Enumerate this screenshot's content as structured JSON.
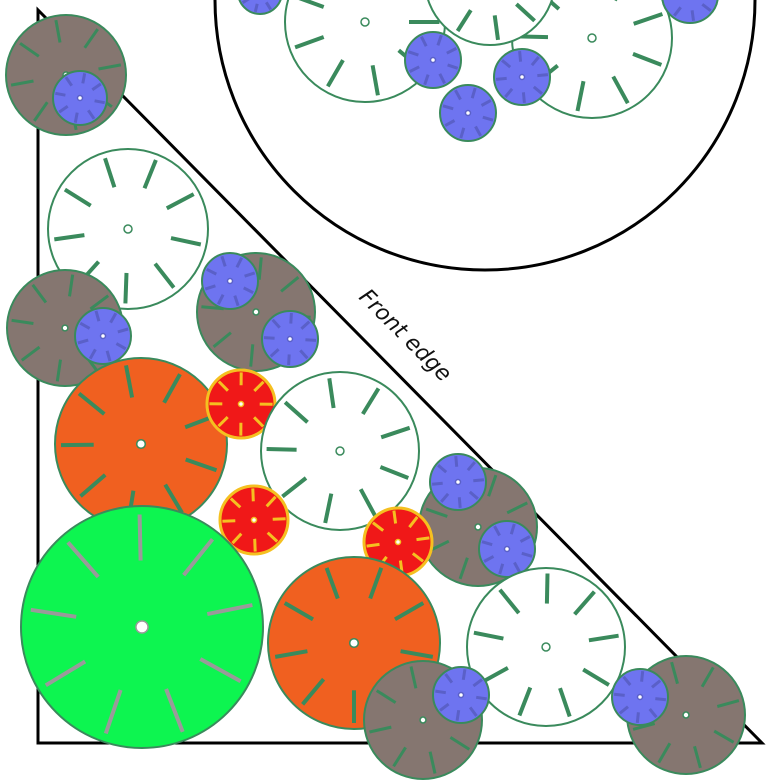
{
  "labels": {
    "front_edge": "Front edge"
  },
  "colors": {
    "outline": "#000000",
    "spoke": "#3a8a5c",
    "white_plant_fill": "#ffffff",
    "grey_plant_fill": "#857670",
    "blue_plant_fill": "#6e74f0",
    "blue_plant_spoke": "#5a60c8",
    "orange_plant_fill": "#f06020",
    "green_plant_fill": "#0df550",
    "red_plant_fill": "#f01818",
    "red_plant_stroke": "#f5c020",
    "red_plant_spoke": "#f5c020"
  },
  "plant_types": [
    "white-plant",
    "grey-plant",
    "blue-plant",
    "orange-plant",
    "green-plant",
    "red-plant"
  ]
}
